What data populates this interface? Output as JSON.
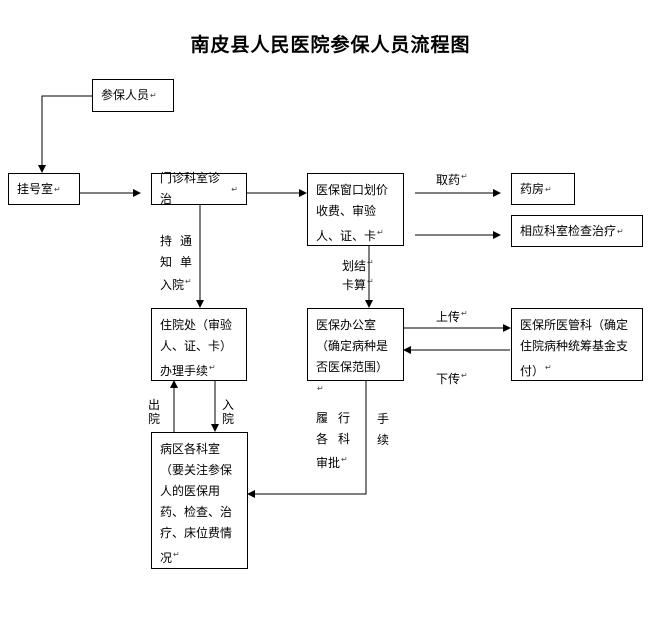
{
  "title": "南皮县人民医院参保人员流程图",
  "nodes": {
    "insured": "参保人员",
    "registration": "挂号室",
    "outpatient": "门诊科室诊治",
    "billing_window": "医保窗口划价收费、审验人、证、卡",
    "pharmacy": "药房",
    "treatment_dept": "相应科室检查治疗",
    "admission_office": "住院处（审验人、证、卡）办理手续",
    "insurance_office": "医保办公室（确定病种是否医保范围）",
    "bureau": "医保所医管科（确定住院病种统筹基金支付）",
    "ward": "病区各科室（要关注参保人的医保用药、检查、治疗、床位费情况"
  },
  "edge_labels": {
    "get_medicine": "取药",
    "admission_notice_a": "持通",
    "admission_notice_b": "知单",
    "admission_notice_c": "入院",
    "settle_a": "划结",
    "settle_b": "卡算",
    "upload": "上传",
    "download": "下传",
    "discharge": "出院",
    "admit": "入院",
    "procedure_a": "履行",
    "procedure_b": "各科",
    "procedure_c": "审批",
    "procedure_d": "手续"
  },
  "paragraph_mark": "↵"
}
